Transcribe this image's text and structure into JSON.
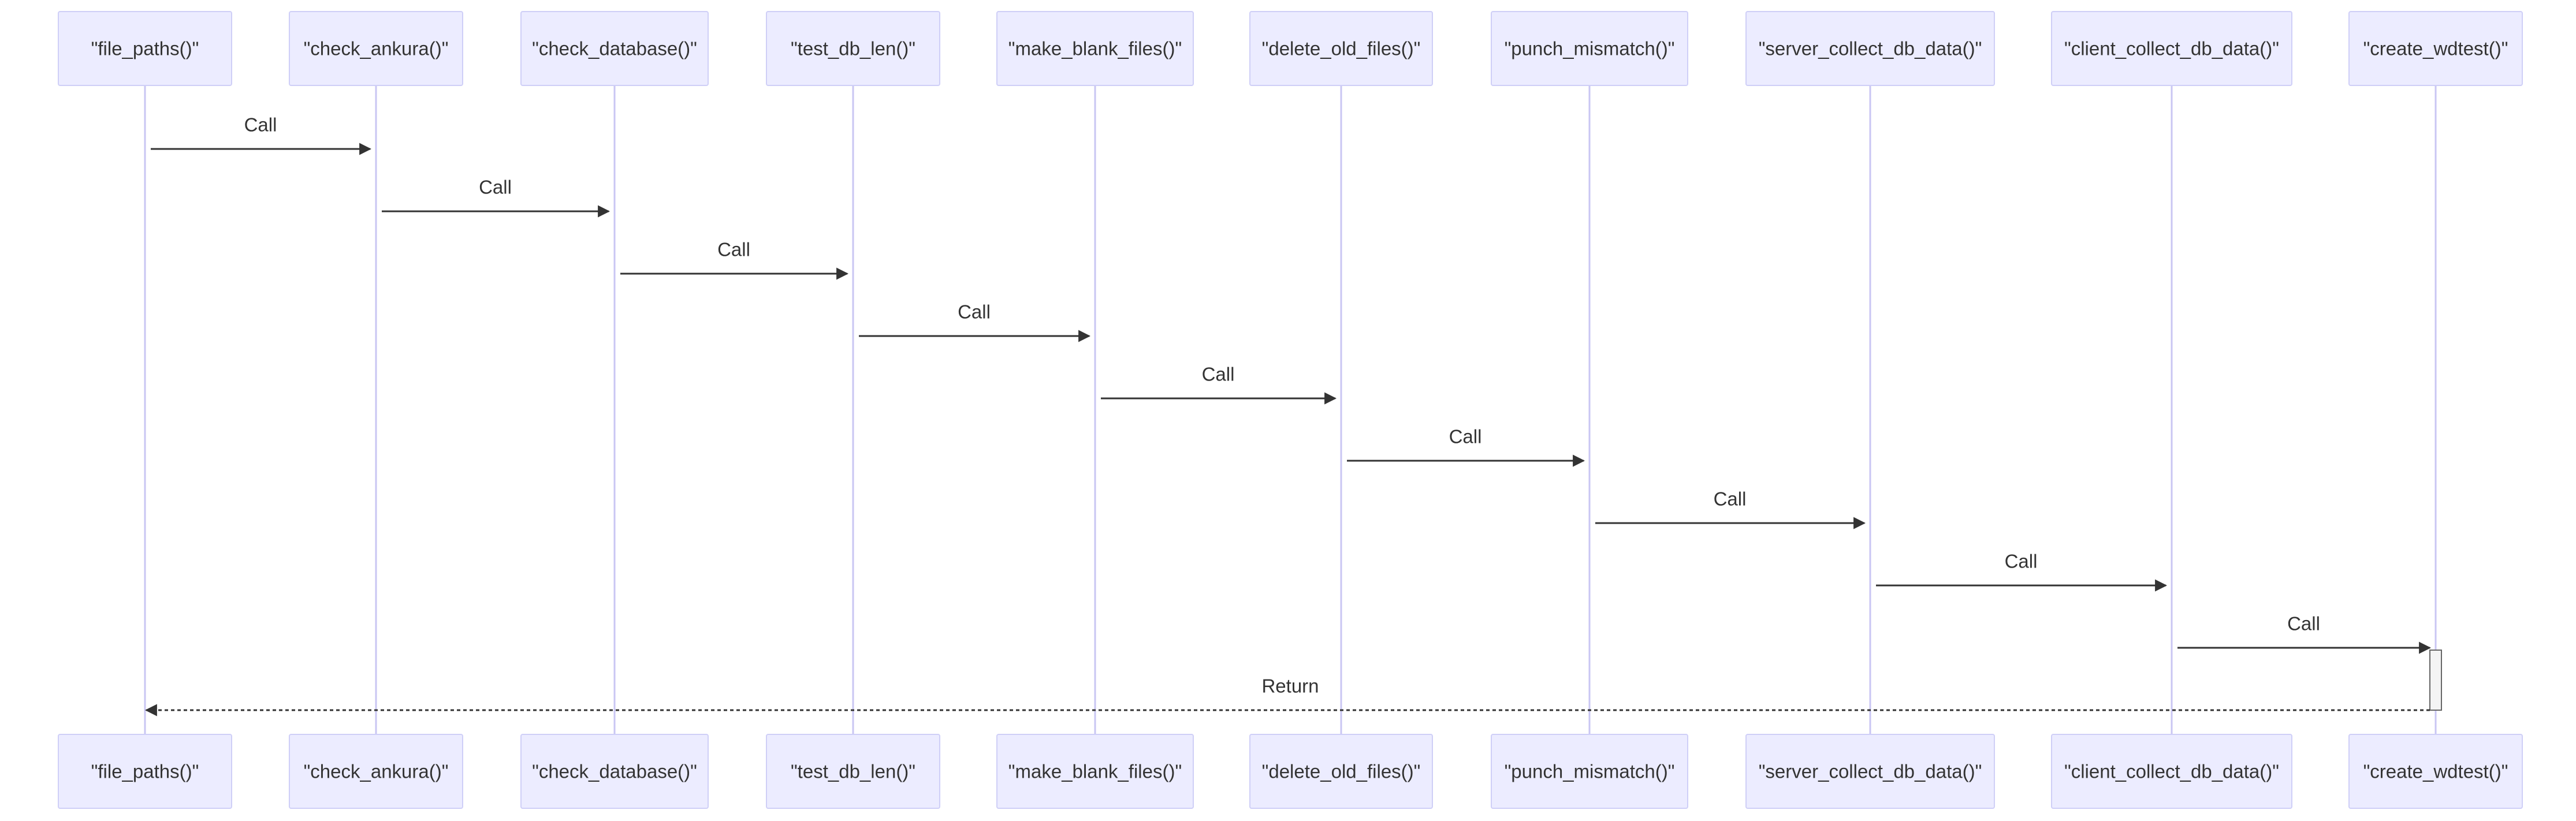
{
  "participants": [
    {
      "id": "p1",
      "label": "\"file_paths()\""
    },
    {
      "id": "p2",
      "label": "\"check_ankura()\""
    },
    {
      "id": "p3",
      "label": "\"check_database()\""
    },
    {
      "id": "p4",
      "label": "\"test_db_len()\""
    },
    {
      "id": "p5",
      "label": "\"make_blank_files()\""
    },
    {
      "id": "p6",
      "label": "\"delete_old_files()\""
    },
    {
      "id": "p7",
      "label": "\"punch_mismatch()\""
    },
    {
      "id": "p8",
      "label": "\"server_collect_db_data()\""
    },
    {
      "id": "p9",
      "label": "\"client_collect_db_data()\""
    },
    {
      "id": "p10",
      "label": "\"create_wdtest()\""
    }
  ],
  "messages": [
    {
      "from": 0,
      "to": 1,
      "label": "Call",
      "style": "solid"
    },
    {
      "from": 1,
      "to": 2,
      "label": "Call",
      "style": "solid"
    },
    {
      "from": 2,
      "to": 3,
      "label": "Call",
      "style": "solid"
    },
    {
      "from": 3,
      "to": 4,
      "label": "Call",
      "style": "solid"
    },
    {
      "from": 4,
      "to": 5,
      "label": "Call",
      "style": "solid"
    },
    {
      "from": 5,
      "to": 6,
      "label": "Call",
      "style": "solid"
    },
    {
      "from": 6,
      "to": 7,
      "label": "Call",
      "style": "solid"
    },
    {
      "from": 7,
      "to": 8,
      "label": "Call",
      "style": "solid"
    },
    {
      "from": 8,
      "to": 9,
      "label": "Call",
      "style": "solid"
    },
    {
      "from": 9,
      "to": 0,
      "label": "Return",
      "style": "dotted"
    }
  ],
  "activation": {
    "participant": 9,
    "from_message": 8,
    "to_message": 9
  },
  "colors": {
    "actor_fill": "#ECECFF",
    "actor_stroke": "#CFCFF7",
    "lifeline": "#C9C6F3",
    "message": "#333333",
    "text": "#333333"
  }
}
